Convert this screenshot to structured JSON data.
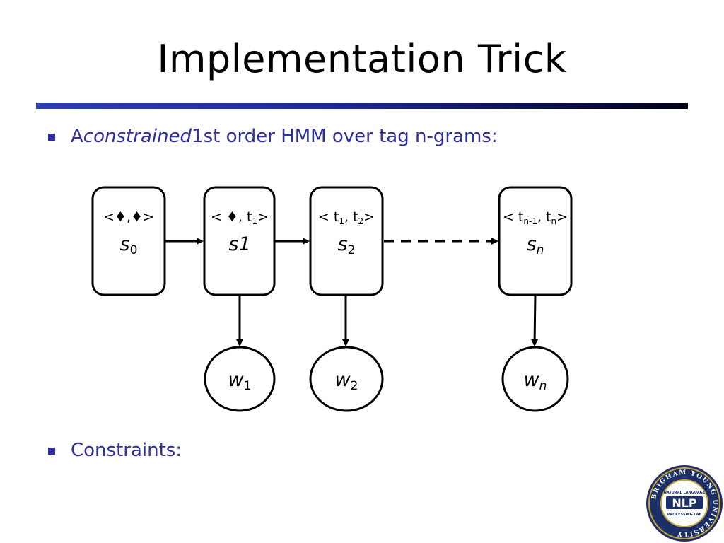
{
  "slide": {
    "title": "Implementation Trick",
    "bullets": [
      {
        "prefix": "A ",
        "emphasis": "constrained",
        "suffix": " 1st order HMM over tag n-grams:"
      },
      {
        "text": "Constraints:"
      }
    ]
  },
  "diagram": {
    "states": [
      {
        "tag_text": "<♦,♦>",
        "label_base": "s",
        "label_sub": "0"
      },
      {
        "tag_text": "< ♦, t",
        "tag_sub": "1",
        "tag_end": ">",
        "label_base": "s1",
        "label_sub": ""
      },
      {
        "tag_text": "< t",
        "tag_sub": "1",
        "tag_mid": ", t",
        "tag_sub2": "2",
        "tag_end": ">",
        "label_base": "s",
        "label_sub": "2"
      },
      {
        "tag_text": "< t",
        "tag_sub": "n-1",
        "tag_mid": ", t",
        "tag_sub2": "n",
        "tag_end": ">",
        "label_base": "s",
        "label_sub": "n"
      }
    ],
    "observations": [
      {
        "base": "w",
        "sub": "1"
      },
      {
        "base": "w",
        "sub": "2"
      },
      {
        "base": "w",
        "sub": "n"
      }
    ]
  },
  "logo": {
    "ring_text": "BRIGHAM YOUNG UNIVERSITY",
    "top_text": "NATURAL LANGUAGE",
    "center_text": "NLP",
    "bottom_text": "PROCESSING LAB",
    "colors": {
      "navy": "#1c2f66",
      "gold": "#c9a23a"
    }
  }
}
